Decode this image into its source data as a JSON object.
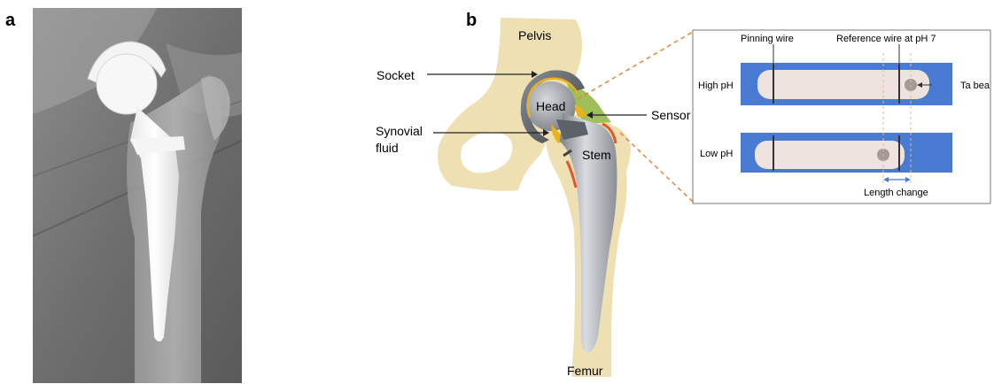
{
  "panels": {
    "a": {
      "letter": "a"
    },
    "b": {
      "letter": "b"
    }
  },
  "anatomy_labels": {
    "pelvis": "Pelvis",
    "femur": "Femur",
    "socket": "Socket",
    "head": "Head",
    "stem": "Stem",
    "synovial_fluid_line1": "Synovial",
    "synovial_fluid_line2": "fluid",
    "sensor": "Sensor"
  },
  "sensor_inset": {
    "pinning_wire": "Pinning wire",
    "reference_wire": "Reference wire at pH 7",
    "high_ph": "High pH",
    "low_ph": "Low pH",
    "ta_bead": "Ta bea",
    "length_change": "Length change"
  },
  "colors": {
    "bone": "#efe0b4",
    "implant_metal": "#b8bcc2",
    "socket_dark": "#555a60",
    "head_ring": "#e7b21d",
    "sensor_green": "#9fbf5b",
    "cement_orange": "#e2572a",
    "inset_blue": "#4a7bd3",
    "inset_pink": "#efe3df",
    "leader_orange": "#e8833a"
  }
}
